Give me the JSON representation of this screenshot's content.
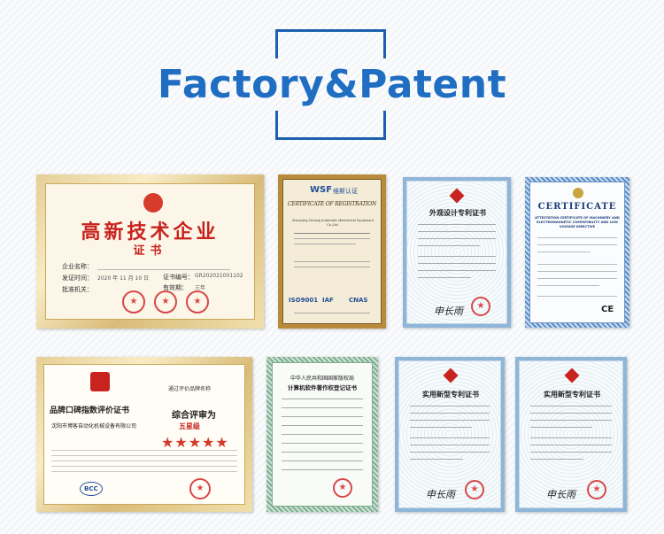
{
  "header": {
    "title": "Factory&Patent"
  },
  "certificates": {
    "hi_tech": {
      "title_cn": "高新技术企业",
      "subtitle_cn": "证书",
      "company_label": "企业名称：",
      "cert_no_label": "证书编号：",
      "cert_no_value": "GR202021001102",
      "date_label": "发证时间：",
      "date_value": "2020 年 11 月 10 日",
      "validity_label": "有效期：",
      "validity_value": "三年",
      "authority_label": "批准机关："
    },
    "wsf": {
      "logo": "WSF",
      "logo_cn": "维斯认证",
      "title": "CERTIFICATE OF REGISTRATION",
      "company": "Shenyang Chuang Automatic Mechanical Equipment Co.,Ltd.",
      "std_1": "ISO9001",
      "std_2": "IAF",
      "std_3": "CNAS"
    },
    "design_patent": {
      "title_cn": "外观设计专利证书",
      "signature": "申长雨"
    },
    "ce": {
      "title": "CERTIFICATE",
      "subtitle": "ATTESTATION CERTIFICATE OF MACHINERY AND ELECTROMAGNETIC COMPATIBILITY AND LOW VOLTAGE DIRECTIVE",
      "mark": "CE"
    },
    "brand": {
      "title_cn": "品牌口碑指数评价证书",
      "sub_title_cn": "通过评价品牌名称",
      "rating_label_cn": "综合评审为",
      "rating_value_cn": "五星级",
      "stars": "★★★★★",
      "company_cn": "沈阳市博客自动化机械设备有限公司",
      "logo": "BCC"
    },
    "software": {
      "title_line1_cn": "中华人民共和国国家版权局",
      "title_line2_cn": "计算机软件著作权登记证书"
    },
    "utility_1": {
      "title_cn": "实用新型专利证书",
      "signature": "申长雨"
    },
    "utility_2": {
      "title_cn": "实用新型专利证书",
      "signature": "申长雨"
    }
  }
}
